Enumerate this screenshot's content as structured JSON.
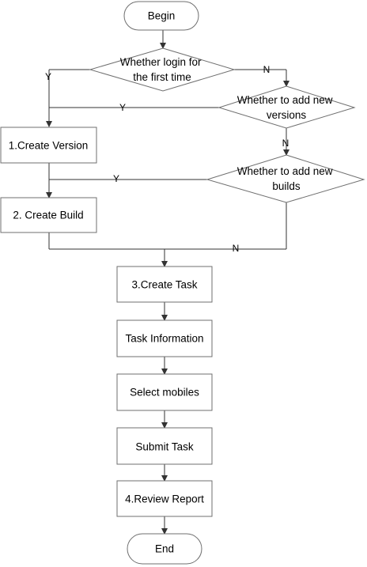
{
  "nodes": {
    "begin": "Begin",
    "login_first_time": [
      "Whether  login for",
      "the first time"
    ],
    "add_new_versions": [
      "Whether to add new",
      "versions"
    ],
    "create_version": "1.Create Version",
    "add_new_builds": [
      "Whether to add new",
      "builds"
    ],
    "create_build": "2. Create Build",
    "create_task": "3.Create Task",
    "task_information": "Task Information",
    "select_mobiles": "Select mobiles",
    "submit_task": "Submit Task",
    "review_report": "4.Review Report",
    "end": "End"
  },
  "edge_labels": {
    "yes": "Y",
    "no": "N"
  },
  "colors": {
    "shape_stroke": "#6f6f6f",
    "shape_fill": "#ffffff",
    "connector": "#333333",
    "text": "#000000",
    "background": "#ffffff"
  }
}
